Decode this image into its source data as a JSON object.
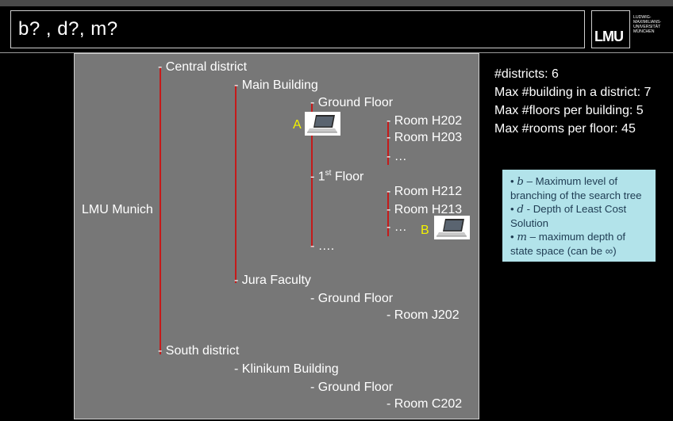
{
  "header": {
    "title": "b? , d?, m?",
    "logo_text": "LMU",
    "university_lines": [
      "LUDWIG-",
      "MAXIMILIANS-",
      "UNIVERSITÄT",
      "MÜNCHEN"
    ]
  },
  "tree": {
    "root": "LMU Munich",
    "central_district": "- Central district",
    "main_building": "- Main Building",
    "ground_floor_main": "- Ground Floor",
    "room_h202": "- Room H202",
    "room_h203": "- Room H203",
    "ellipsis_rooms_ground": "- …",
    "first_floor_prefix": "- 1",
    "first_floor_sup": "st",
    "first_floor_suffix": " Floor",
    "room_h212": "- Room H212",
    "room_h213": "- Room H213",
    "ellipsis_rooms_first": "- …",
    "ellipsis_floors": "- ….",
    "jura_faculty": "- Jura Faculty",
    "ground_floor_jura": "- Ground Floor",
    "room_j202": "- Room J202",
    "south_district": "- South district",
    "klinikum_building": "- Klinikum Building",
    "ground_floor_klinikum": "- Ground Floor",
    "room_c202": "- Room C202",
    "marker_a": "A",
    "marker_b": "B"
  },
  "stats": {
    "districts": "#districts: 6",
    "buildings": "Max #building in a district: 7",
    "floors": "Max #floors per building:  5",
    "rooms": "Max #rooms per floor: 45"
  },
  "info": {
    "b_var": "b",
    "b_text": " – Maximum level of branching of the search tree",
    "d_var": "d",
    "d_text": " - Depth of Least Cost Solution",
    "m_var": "m",
    "m_text": " – maximum depth of state space (can be ∞)"
  },
  "colors": {
    "panel_bg": "#777777",
    "tree_line": "#c51a1a",
    "marker": "#f2f200",
    "info_bg": "#b2e3ea",
    "info_text": "#1e3b52"
  },
  "icons": [
    "laptop-icon",
    "laptop-icon"
  ]
}
